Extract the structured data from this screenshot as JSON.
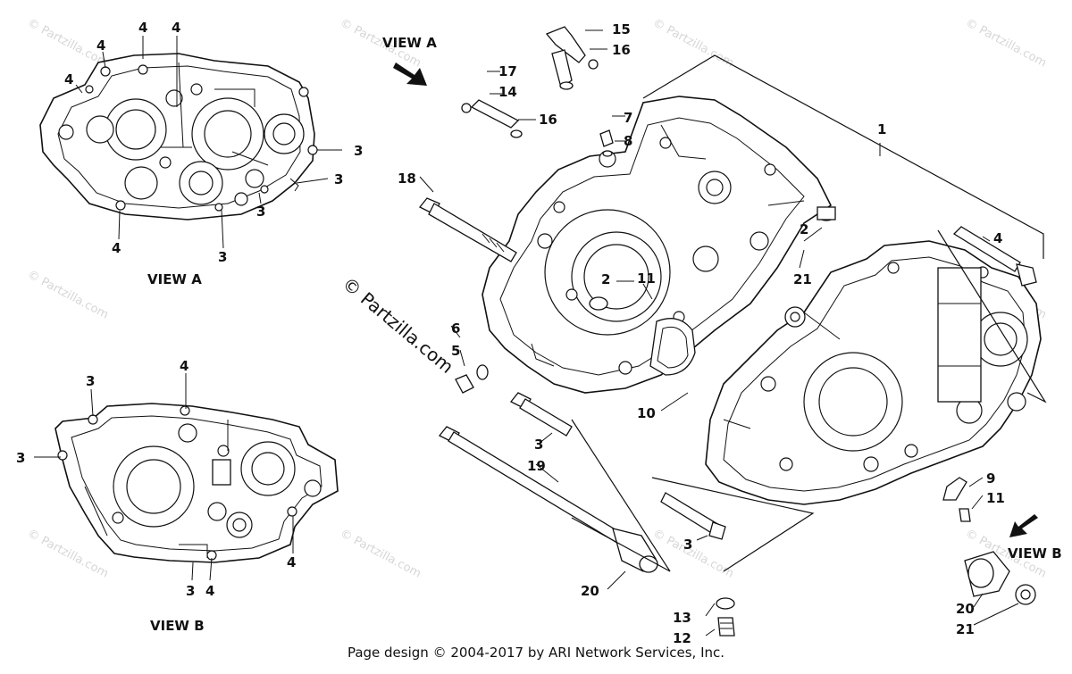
{
  "diagram": {
    "views": {
      "view_a_title": "VIEW A",
      "view_a_arrow_label": "VIEW A",
      "view_b_title": "VIEW B",
      "view_b_arrow_label": "VIEW B"
    },
    "callouts": {
      "n1": "1",
      "n2": "2",
      "n3": "3",
      "n4": "4",
      "n5": "5",
      "n6": "6",
      "n7": "7",
      "n8": "8",
      "n9": "9",
      "n10": "10",
      "n11": "11",
      "n12": "12",
      "n13": "13",
      "n14": "14",
      "n15": "15",
      "n16": "16",
      "n17": "17",
      "n18": "18",
      "n19": "19",
      "n20": "20",
      "n21": "21"
    },
    "copyright_mark": "© Partzilla.com",
    "watermark": "© Partzilla.com",
    "footer": "Page design © 2004-2017 by ARI Network Services, Inc."
  }
}
